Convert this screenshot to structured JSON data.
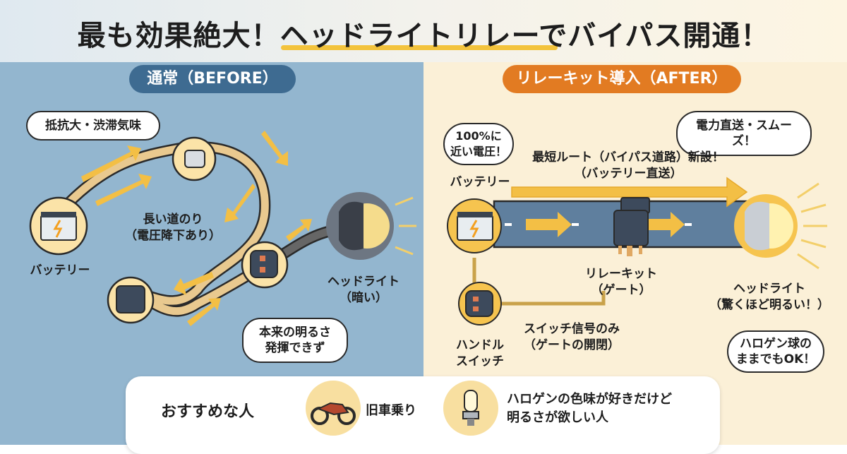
{
  "title": "最も効果絶大！ヘッドライトリレーでバイパス開通！",
  "before": {
    "pill": "通常（BEFORE）",
    "bubble_top": "抵抗大・渋滞気味",
    "battery": "バッテリー",
    "route": [
      "長い道のり",
      "（電圧降下あり）"
    ],
    "headlight": [
      "ヘッドライト",
      "（暗い）"
    ],
    "bubble_bottom": [
      "本来の明るさ",
      "発揮できず"
    ]
  },
  "after": {
    "pill": "リレーキット導入（AFTER）",
    "bubble_voltage": [
      "100%に",
      "近い電圧！"
    ],
    "bubble_power": "電力直送・スムーズ！",
    "battery": "バッテリー",
    "route": [
      "最短ルート（バイパス道路）新設！",
      "（バッテリー直送）"
    ],
    "relay": [
      "リレーキット",
      "（ゲート）"
    ],
    "headlight": [
      "ヘッドライト",
      "（驚くほど明るい！）"
    ],
    "switch": [
      "ハンドル",
      "スイッチ"
    ],
    "signal": [
      "スイッチ信号のみ",
      "（ゲートの開閉）"
    ],
    "bubble_halogen": [
      "ハロゲン球の",
      "ままでもOK！"
    ]
  },
  "recommend": {
    "heading": "おすすめな人",
    "items": [
      "旧車乗り",
      "ハロゲンの色味が好きだけど",
      "明るさが欲しい人"
    ]
  },
  "colors": {
    "before_bg": "#93b6cf",
    "after_bg": "#fbf0d7",
    "before_pill": "#3e6b91",
    "after_pill": "#e27b22",
    "arrow": "#f3bf45"
  }
}
